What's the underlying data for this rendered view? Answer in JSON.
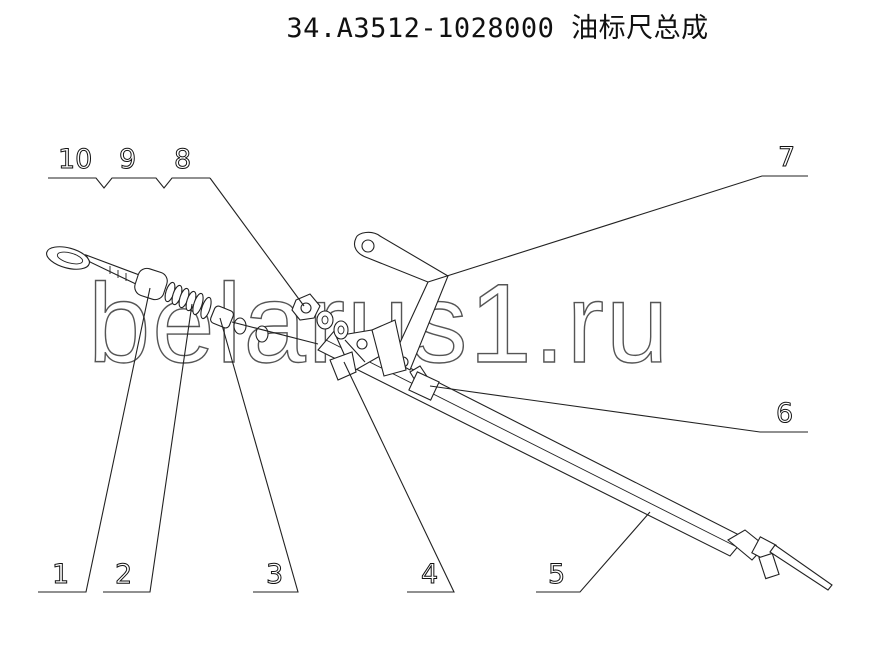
{
  "title": "34.A3512-1028000   油标尺总成",
  "watermark": "belarus1.ru",
  "labels": {
    "c1": "1",
    "c2": "2",
    "c3": "3",
    "c4": "4",
    "c5": "5",
    "c6": "6",
    "c7": "7",
    "c8": "8",
    "c9": "9",
    "c10": "10"
  }
}
